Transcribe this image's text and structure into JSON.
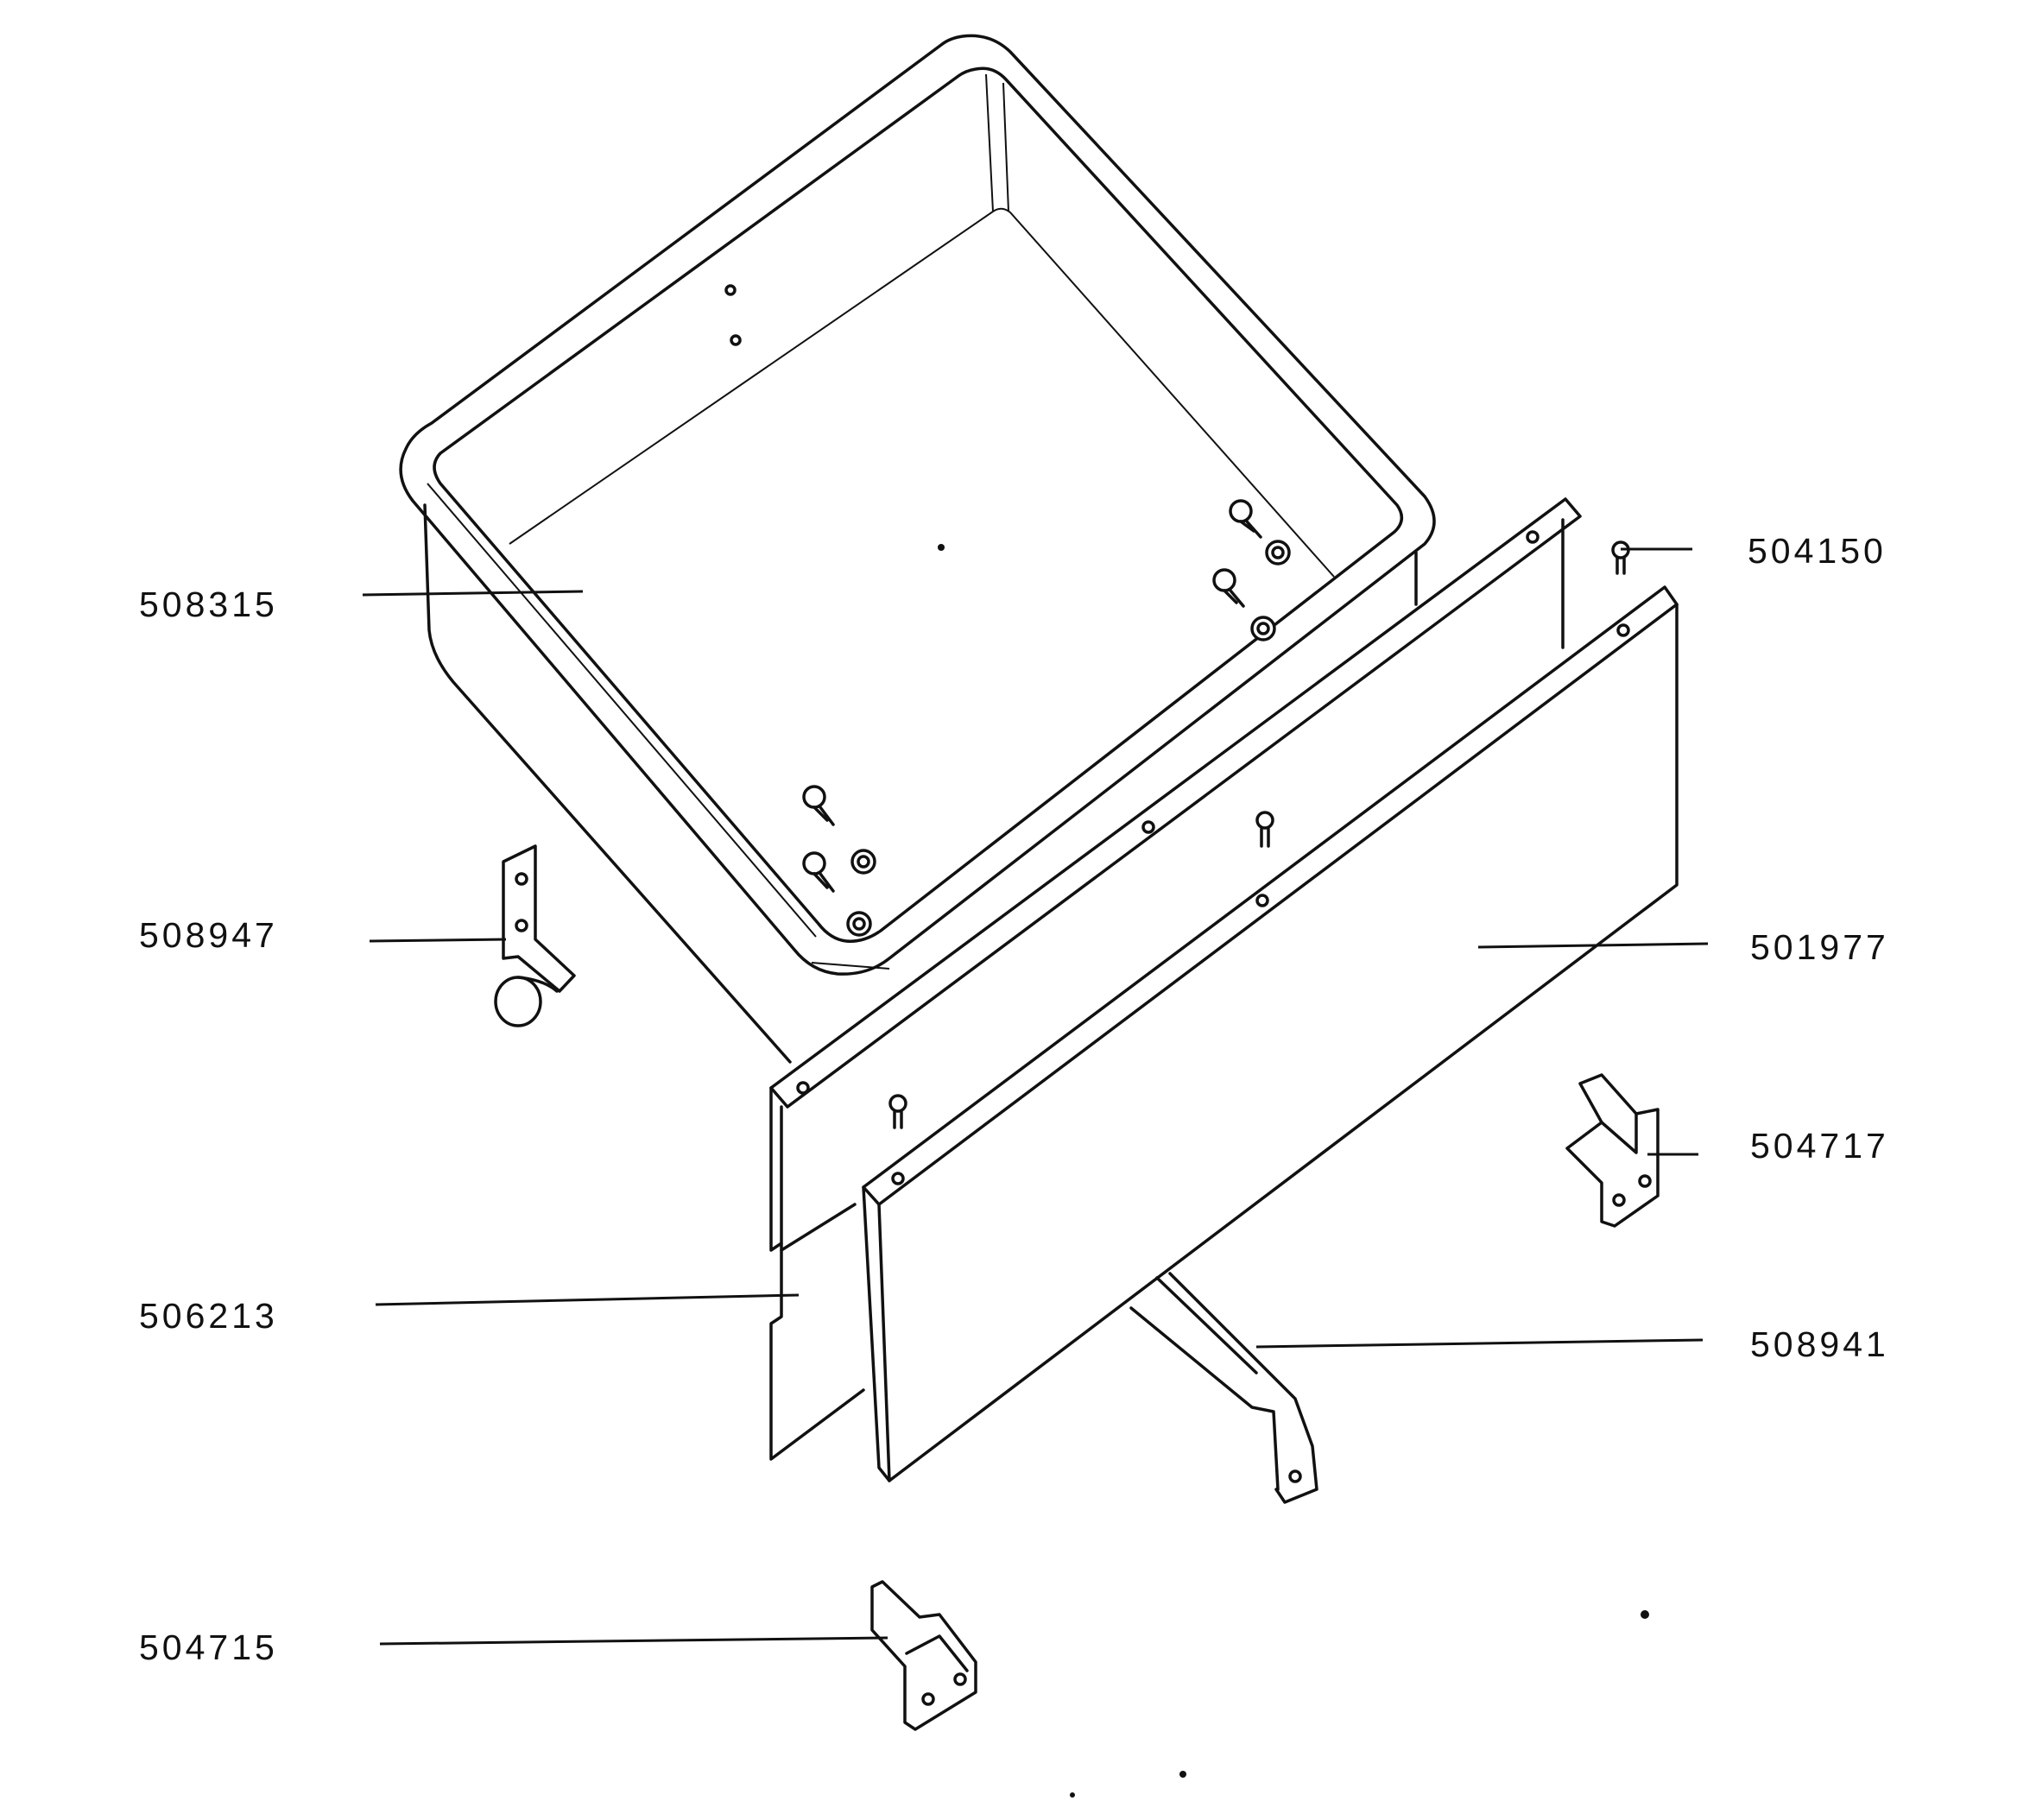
{
  "diagram": {
    "labels": {
      "p508315": "508315",
      "p508947": "508947",
      "p506213": "506213",
      "p504715": "504715",
      "p504150": "504150",
      "p501977": "501977",
      "p504717": "504717",
      "p508941": "508941"
    }
  },
  "colors": {
    "line": "#111111",
    "background": "#ffffff"
  }
}
